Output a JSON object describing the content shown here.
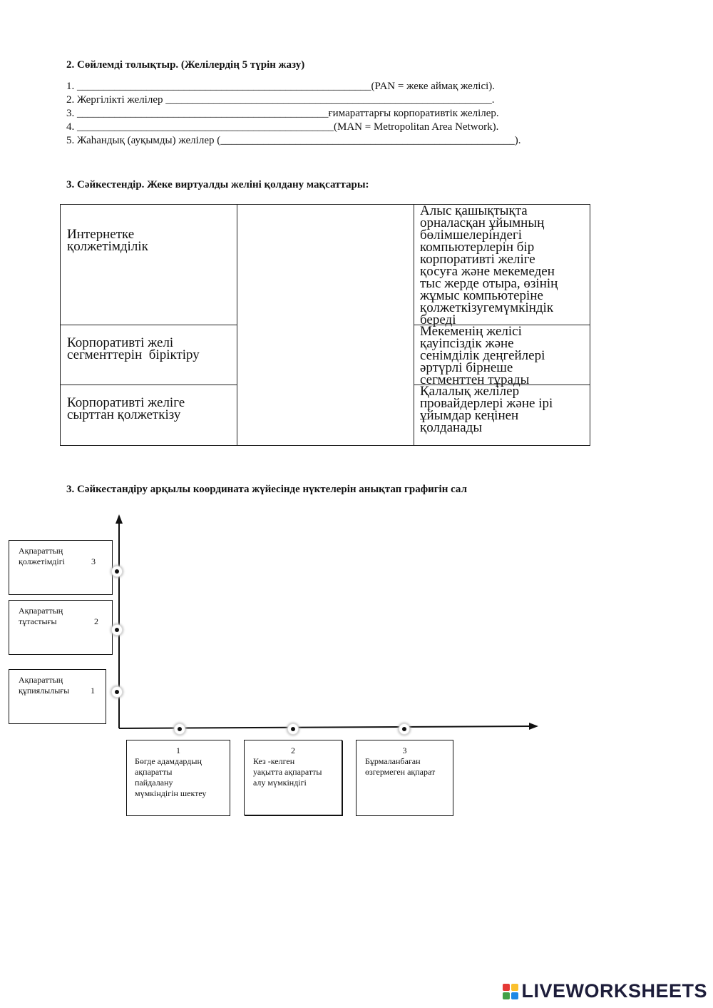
{
  "section2": {
    "heading": "2. Сөйлемді толықтыр. (Желілердің 5 түрін жазу)",
    "lines": [
      {
        "prefix": "1. ",
        "blank": "_______________________________________________________",
        "suffix": "(PAN = жеке аймақ желісі)."
      },
      {
        "prefix": "2. Жергілікті желілер ",
        "blank": "_____________________________________________________________",
        "suffix": "."
      },
      {
        "prefix": "3. ",
        "blank": "_______________________________________________",
        "suffix": "ғимараттарғы корпоративтік желілер."
      },
      {
        "prefix": "4. ",
        "blank": "________________________________________________",
        "suffix": "(MAN = Metropolitan Area Network)."
      },
      {
        "prefix": "5. Жаһандық (ауқымды) желілер (",
        "blank": "_______________________________________________________",
        "suffix": ")."
      }
    ]
  },
  "section3": {
    "heading": "3. Сәйкестендір.  Жеке виртуалды желіні қолдану мақсаттары:",
    "left": [
      "Интернетке\nқолжетімділік",
      "Корпоративті желі\nсегменттерін  біріктіру",
      "Корпоративті желіге\nсырттан қолжеткізу"
    ],
    "right": [
      [
        "Алыс қашықтықта",
        "орналасқан ұйымның",
        "бөлімшелеріндегі",
        "компьютерлерін бір",
        "корпоративті желіге",
        "қосуға және мекемеден",
        "тыс жерде отыра, өзінің",
        "жұмыс компьютеріне",
        "қолжеткізугемүмкіндік",
        "береді"
      ],
      [
        "Мекеменің желісі",
        "қауіпсіздік және",
        "сенімділік деңгейлері",
        "әртүрлі бірнеше",
        "сегменттен тұрады"
      ],
      [
        "Қалалық желілер",
        "провайдерлері және  ірі",
        "ұйымдар кеңінен",
        "қолданады"
      ]
    ]
  },
  "section4": {
    "heading": "3.  Сәйкестандіру арқылы координата жүйесінде нүктелерін анықтап  графигін сал",
    "y_boxes": [
      {
        "text": "Ақпараттың\nқолжетімдігі",
        "num": "3"
      },
      {
        "text": "Ақпараттың\nтұтастығы",
        "num": "2"
      },
      {
        "text": "Ақпараттың\nқұпиялылығы",
        "num": "1"
      }
    ],
    "x_boxes": [
      {
        "num": "1",
        "text": "Бөгде адамдардың\nақпаратты\nпайдалану\nмүмкіндігін шектеу"
      },
      {
        "num": "2",
        "text": "Кез -келген\nуақытта ақпаратты\nалу мүмкіндігі"
      },
      {
        "num": "3",
        "text": "Бұрмаланбаған\nөзгермеген ақпарат"
      }
    ]
  },
  "footer": {
    "logo_text": "LIVEWORKSHEETS",
    "logo_colors": [
      "#e53935",
      "#fbc02d",
      "#43a047",
      "#1e88e5"
    ]
  }
}
